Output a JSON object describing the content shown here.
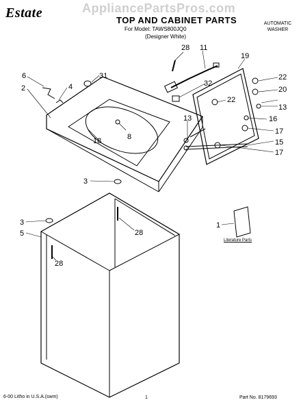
{
  "header": {
    "brand": "Estate",
    "watermark": "AppliancePartsPros.com",
    "title": "TOP AND CABINET PARTS",
    "model_line": "For Model: TAWS800JQ0",
    "model_variant": "(Designer White)",
    "machine_type_line1": "AUTOMATIC",
    "machine_type_line2": "WASHER"
  },
  "literature_label": "Literature Parts",
  "callouts": {
    "c28a": "28",
    "c11": "11",
    "c19": "19",
    "c6": "6",
    "c31": "31",
    "c4": "4",
    "c2": "2",
    "c22a": "22",
    "c32": "32",
    "c20": "20",
    "c22b": "22",
    "c13a": "13",
    "c16": "16",
    "c13b": "13",
    "c8": "8",
    "c18": "18",
    "c17a": "17",
    "c15": "15",
    "c17b": "17",
    "c3a": "3",
    "c3b": "3",
    "c28b": "28",
    "c1": "1",
    "c5": "5",
    "c28c": "28"
  },
  "footer": {
    "left": "6-00 Litho in U.S.A.(swm)",
    "center": "1",
    "right": "Part No. 8179693"
  }
}
